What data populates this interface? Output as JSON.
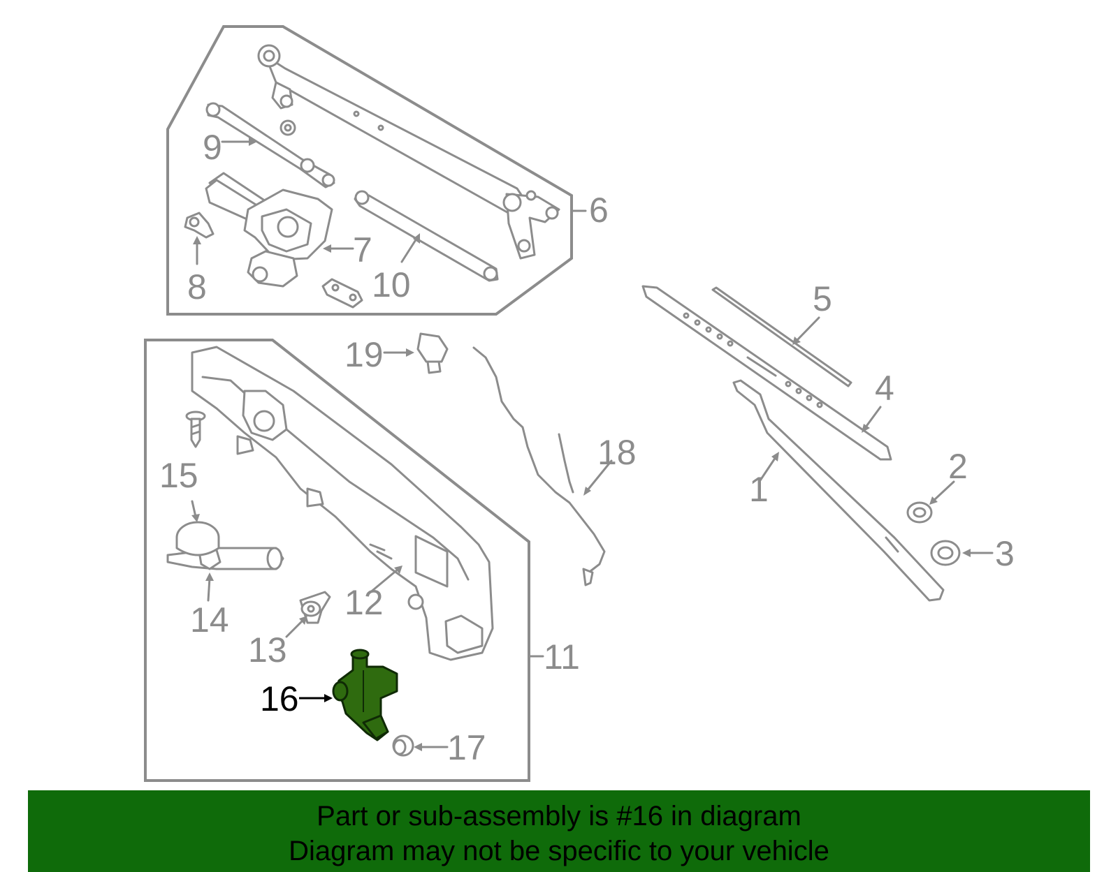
{
  "callouts": {
    "c1": "1",
    "c2": "2",
    "c3": "3",
    "c4": "4",
    "c5": "5",
    "c6": "6",
    "c7": "7",
    "c8": "8",
    "c9": "9",
    "c10": "10",
    "c11": "11",
    "c12": "12",
    "c13": "13",
    "c14": "14",
    "c15": "15",
    "c16": "16",
    "c17": "17",
    "c18": "18",
    "c19": "19"
  },
  "highlighted_part": "16",
  "banner": {
    "line1": "Part or sub-assembly is #16 in diagram",
    "line2": "Diagram may not be specific to your vehicle"
  },
  "colors": {
    "banner_bg": "#0f6b0a",
    "highlight": "#2f6b0f",
    "line_gray": "#8c8c8c"
  }
}
